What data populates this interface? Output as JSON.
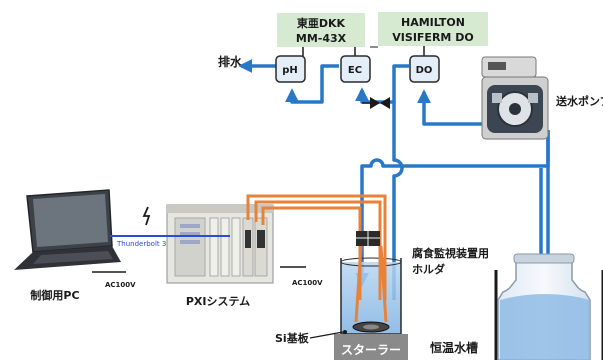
{
  "sensors": {
    "ph": {
      "meter_line1": "東亜DKK",
      "meter_line2": "MM-43X",
      "box": "pH"
    },
    "ec": {
      "box": "EC"
    },
    "do": {
      "meter_line1": "HAMILTON",
      "meter_line2": "VISIFERM DO",
      "box": "DO"
    }
  },
  "labels": {
    "drain": "排水",
    "pump": "送水ポンプ",
    "thunderbolt": "Thunderbolt 3",
    "pc": "制御用PC",
    "pc_ac": "AC100V",
    "pxi": "PXIシステム",
    "pxi_ac": "AC100V",
    "holder_line1": "腐食監視装置用",
    "holder_line2": "ホルダ",
    "si": "Si基板",
    "stirrer": "スターラー",
    "bath": "恒温水槽"
  },
  "colors": {
    "pipe": "#2878c8",
    "wire": "#e8823a",
    "meter_box": "#d5ead1",
    "sensor_box": "#e4eef8",
    "stirrer": "#8a8a8a"
  }
}
